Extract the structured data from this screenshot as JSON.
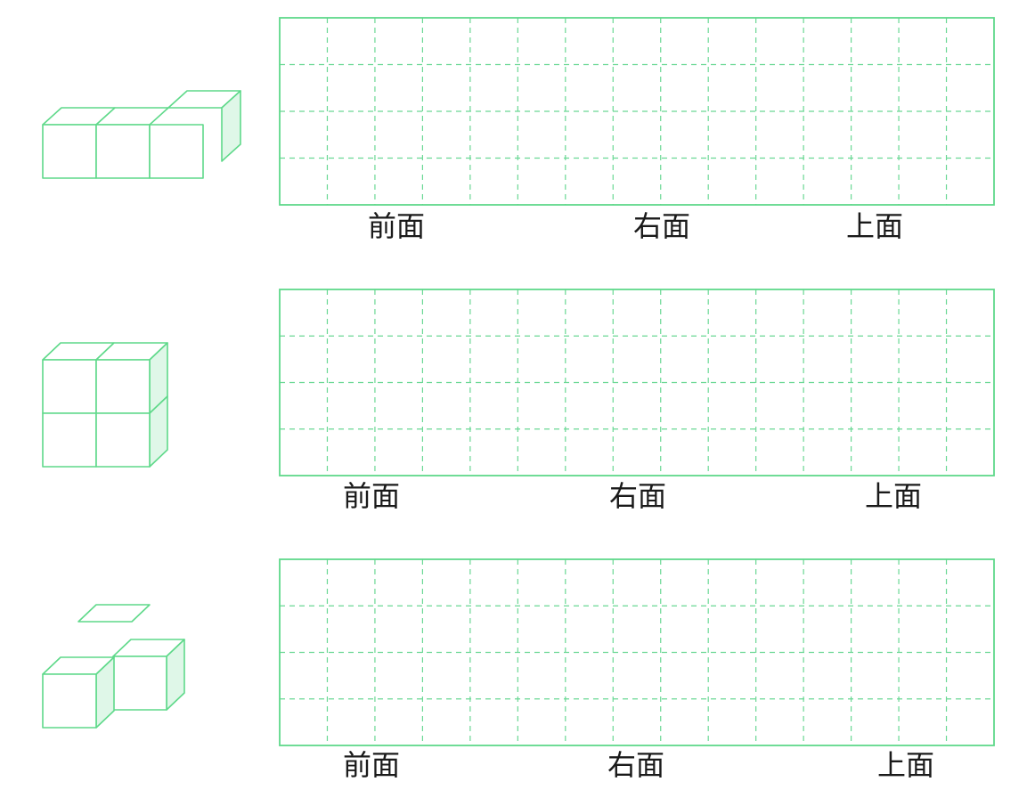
{
  "colors": {
    "line": "#5fd98a",
    "side_face": "#dff7e8",
    "grid_dash": "#6ad894",
    "label_text": "#1a1a1a"
  },
  "grid": {
    "rows": 4,
    "cols": 15
  },
  "exercises": [
    {
      "id": "ex1",
      "shape": "l-row",
      "labels": {
        "front": "前面",
        "right": "右面",
        "top": "上面"
      }
    },
    {
      "id": "ex2",
      "shape": "square-2x2",
      "labels": {
        "front": "前面",
        "right": "右面",
        "top": "上面"
      }
    },
    {
      "id": "ex3",
      "shape": "step",
      "labels": {
        "front": "前面",
        "right": "右面",
        "top": "上面"
      }
    }
  ]
}
